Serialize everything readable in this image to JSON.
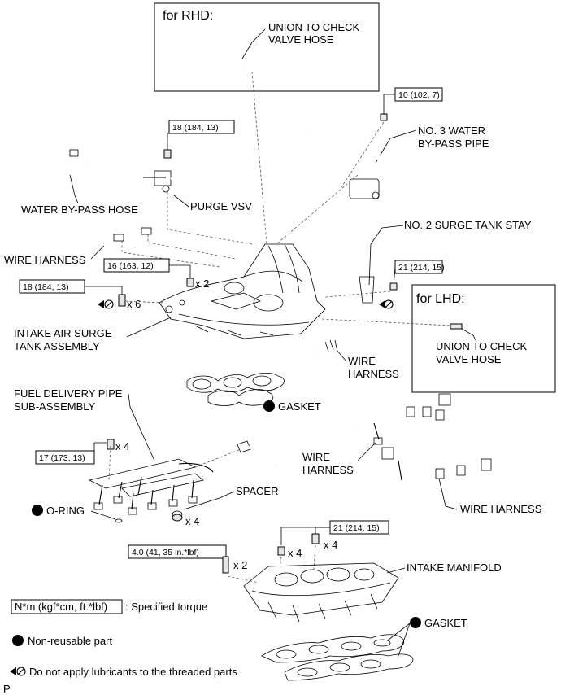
{
  "rhd": {
    "title": "for RHD:",
    "union_line1": "UNION TO CHECK",
    "union_line2": "VALVE HOSE"
  },
  "lhd": {
    "title": "for LHD:",
    "union_line1": "UNION TO CHECK",
    "union_line2": "VALVE HOSE"
  },
  "torque": {
    "t1": "10 (102, 7)",
    "t2": "18 (184, 13)",
    "t3": "16 (163, 12)",
    "t4": "18 (184, 13)",
    "t5": "21 (214, 15)",
    "t6": "17 (173, 13)",
    "t7": "21 (214, 15)",
    "t8": "4.0 (41, 35 in.*lbf)"
  },
  "qty": {
    "x2_a": "x 2",
    "x6": "x 6",
    "x4_a": "x 4",
    "x4_b": "x 4",
    "x4_c": "x 4",
    "x4_d": "x 4",
    "x2_b": "x 2"
  },
  "labels": {
    "no3_line1": "NO. 3 WATER",
    "no3_line2": "BY-PASS PIPE",
    "water_bypass_hose": "WATER BY-PASS HOSE",
    "purge_vsv": "PURGE VSV",
    "no2_stay": "NO. 2 SURGE TANK STAY",
    "wire_harness_1": "WIRE HARNESS",
    "intake_line1": "INTAKE AIR SURGE",
    "intake_line2": "TANK ASSEMBLY",
    "wire_h2_line1": "WIRE",
    "wire_h2_line2": "HARNESS",
    "gasket_1": "GASKET",
    "fuel_line1": "FUEL DELIVERY PIPE",
    "fuel_line2": "SUB-ASSEMBLY",
    "wire_h3_line1": "WIRE",
    "wire_h3_line2": "HARNESS",
    "spacer": "SPACER",
    "oring": "O-RING",
    "wire_harness_4": "WIRE HARNESS",
    "intake_manifold": "INTAKE MANIFOLD",
    "gasket_2": "GASKET"
  },
  "legend": {
    "torque_unit": "N*m (kgf*cm, ft.*lbf)",
    "torque_desc": ": Specified torque",
    "non_reusable": "Non-reusable part",
    "no_lube": "Do not apply lubricants to the threaded parts"
  },
  "footer_mark": "P"
}
